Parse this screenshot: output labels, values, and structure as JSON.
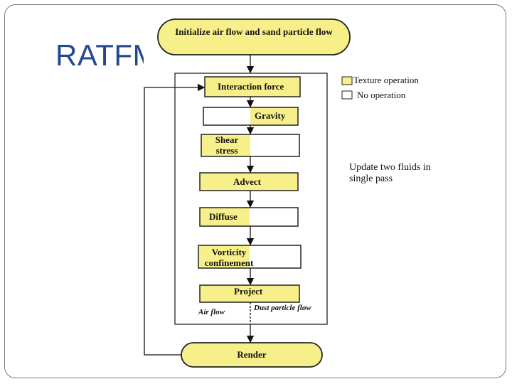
{
  "slide": {
    "title": "RATFM"
  },
  "flowchart": {
    "start": "Initialize air flow and sand particle flow",
    "steps": [
      "Interaction force",
      "Gravity",
      "Shear stress",
      "Advect",
      "Diffuse",
      "Vorticity confinement",
      "Project"
    ],
    "end": "Render",
    "air_flow_label": "Air flow",
    "dust_flow_label": "Dust particle flow"
  },
  "legend": {
    "texture_label": "Texture operation",
    "none_label": "No operation",
    "texture_color": "#f7ef8a",
    "none_color": "#ffffff"
  },
  "note": {
    "text": "Update two fluids in single pass"
  }
}
